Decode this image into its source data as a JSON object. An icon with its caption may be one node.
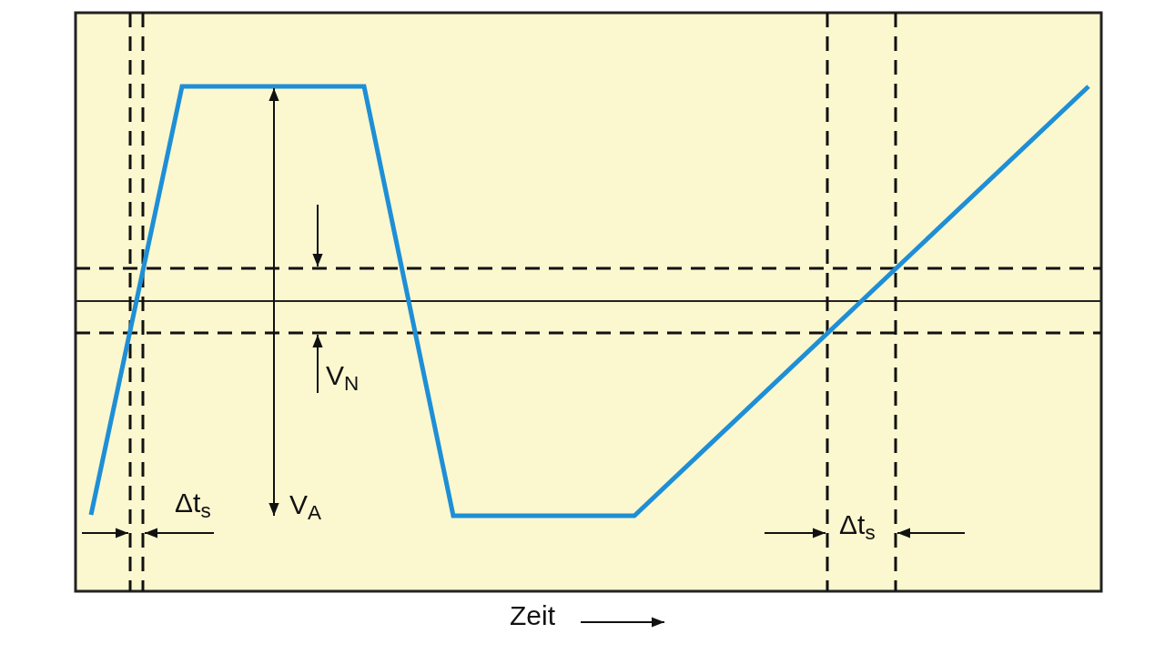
{
  "diagram": {
    "labels": [
      "V$_{N}$",
      "V$_{A}$",
      "Δt$_{s}$",
      "Δt$_{s}$",
      "Zeit"
    ]
  }
}
